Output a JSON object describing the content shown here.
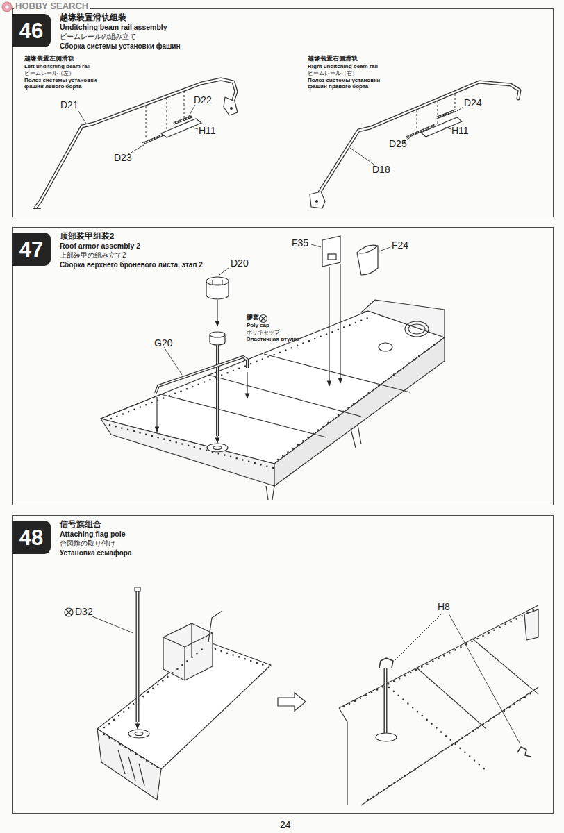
{
  "diagram": {
    "nodes": [
      {
        "text": [
          "越壕装置滑轨组装",
          "Unditching beam rail assembly",
          "ビームレールの組み立て",
          "Сборка системы установки фашин"
        ]
      },
      {
        "text": [
          "46"
        ],
        "in": 0
      },
      {
        "text": [
          "顶部装甲组装2",
          "Roof armor assembly 2",
          "上部装甲の組み立て2",
          "Сборка верхнего броневого листа, этап 2"
        ]
      },
      {
        "text": [
          "47"
        ],
        "in": 2
      },
      {
        "text": [
          "信号旗组合",
          "Attaching flag pole",
          "合図旗の取り付け",
          "Установка семафора"
        ]
      },
      {
        "text": [
          "48"
        ],
        "in": 4
      }
    ],
    "labels": [
      "HOBBY SEARCH",
      "越壕装置左侧滑轨",
      "Left unditching beam rail",
      "ビームレール（左）",
      "Полоз системы установки фашин левого борта",
      "D21",
      "D22",
      "H11",
      "D23",
      "越壕装置右侧滑轨",
      "Right unditching beam rail",
      "ビームレール（右）",
      "Полоз системы установки фашин правого борта",
      "D24",
      "H11",
      "D25",
      "D18",
      "F35",
      "F24",
      "D20",
      "膠套",
      "Poly cap",
      "ポリキャップ",
      "Эластичная втулка",
      "G20",
      "D32",
      "H8",
      "24"
    ]
  }
}
